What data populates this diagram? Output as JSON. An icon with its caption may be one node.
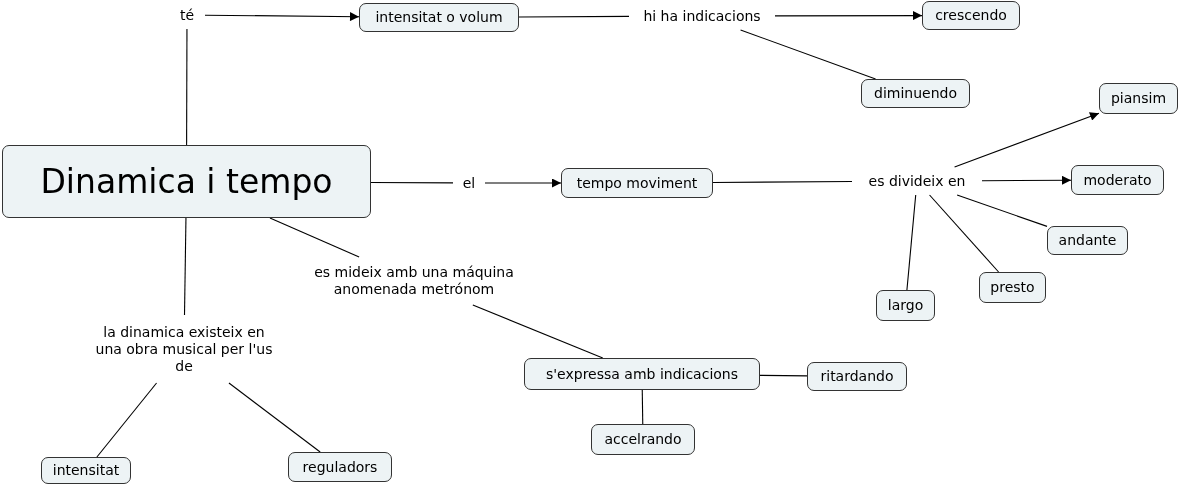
{
  "diagram": {
    "nodes": [
      {
        "text": [
          "té"
        ]
      },
      {
        "text": [
          "intensitat o volum"
        ]
      },
      {
        "text": [
          "hi ha indicacions"
        ]
      },
      {
        "text": [
          "crescendo"
        ]
      },
      {
        "text": [
          "diminuendo"
        ]
      },
      {
        "text": [
          "piansim"
        ]
      },
      {
        "text": [
          "Dinamica i tempo"
        ]
      },
      {
        "text": [
          "el"
        ]
      },
      {
        "text": [
          "tempo moviment"
        ]
      },
      {
        "text": [
          "es divideix en"
        ]
      },
      {
        "text": [
          "moderato"
        ]
      },
      {
        "text": [
          "andante"
        ]
      },
      {
        "text": [
          "es mideix amb una máquina anomenada metrónom"
        ]
      },
      {
        "text": [
          "presto"
        ]
      },
      {
        "text": [
          "largo"
        ]
      },
      {
        "text": [
          "la dinamica existeix en una obra musical per l'us de"
        ]
      },
      {
        "text": [
          "s'expressa amb indicacions"
        ]
      },
      {
        "text": [
          "ritardando"
        ]
      },
      {
        "text": [
          "accelrando"
        ]
      },
      {
        "text": [
          "intensitat"
        ]
      },
      {
        "text": [
          "reguladors"
        ]
      }
    ],
    "edges": [
      {
        "from": 6,
        "to": 0,
        "arrow": "none"
      },
      {
        "from": 0,
        "to": 1,
        "arrow": "to"
      },
      {
        "from": 1,
        "to": 2,
        "arrow": "none"
      },
      {
        "from": 2,
        "to": 3,
        "arrow": "to"
      },
      {
        "from": 2,
        "to": 4,
        "arrow": "none"
      },
      {
        "from": 6,
        "to": 7,
        "arrow": "none"
      },
      {
        "from": 7,
        "to": 8,
        "arrow": "to"
      },
      {
        "from": 8,
        "to": 9,
        "arrow": "none"
      },
      {
        "from": 9,
        "to": 5,
        "arrow": "to"
      },
      {
        "from": 9,
        "to": 10,
        "arrow": "to"
      },
      {
        "from": 9,
        "to": 11,
        "arrow": "none"
      },
      {
        "from": 9,
        "to": 13,
        "arrow": "none"
      },
      {
        "from": 9,
        "to": 14,
        "arrow": "none"
      },
      {
        "from": 6,
        "to": 12,
        "arrow": "none"
      },
      {
        "from": 12,
        "to": 16,
        "arrow": "none"
      },
      {
        "from": 16,
        "to": 17,
        "arrow": "none"
      },
      {
        "from": 16,
        "to": 18,
        "arrow": "none"
      },
      {
        "from": 6,
        "to": 15,
        "arrow": "none"
      },
      {
        "from": 15,
        "to": 19,
        "arrow": "none"
      },
      {
        "from": 15,
        "to": 20,
        "arrow": "none"
      }
    ]
  }
}
